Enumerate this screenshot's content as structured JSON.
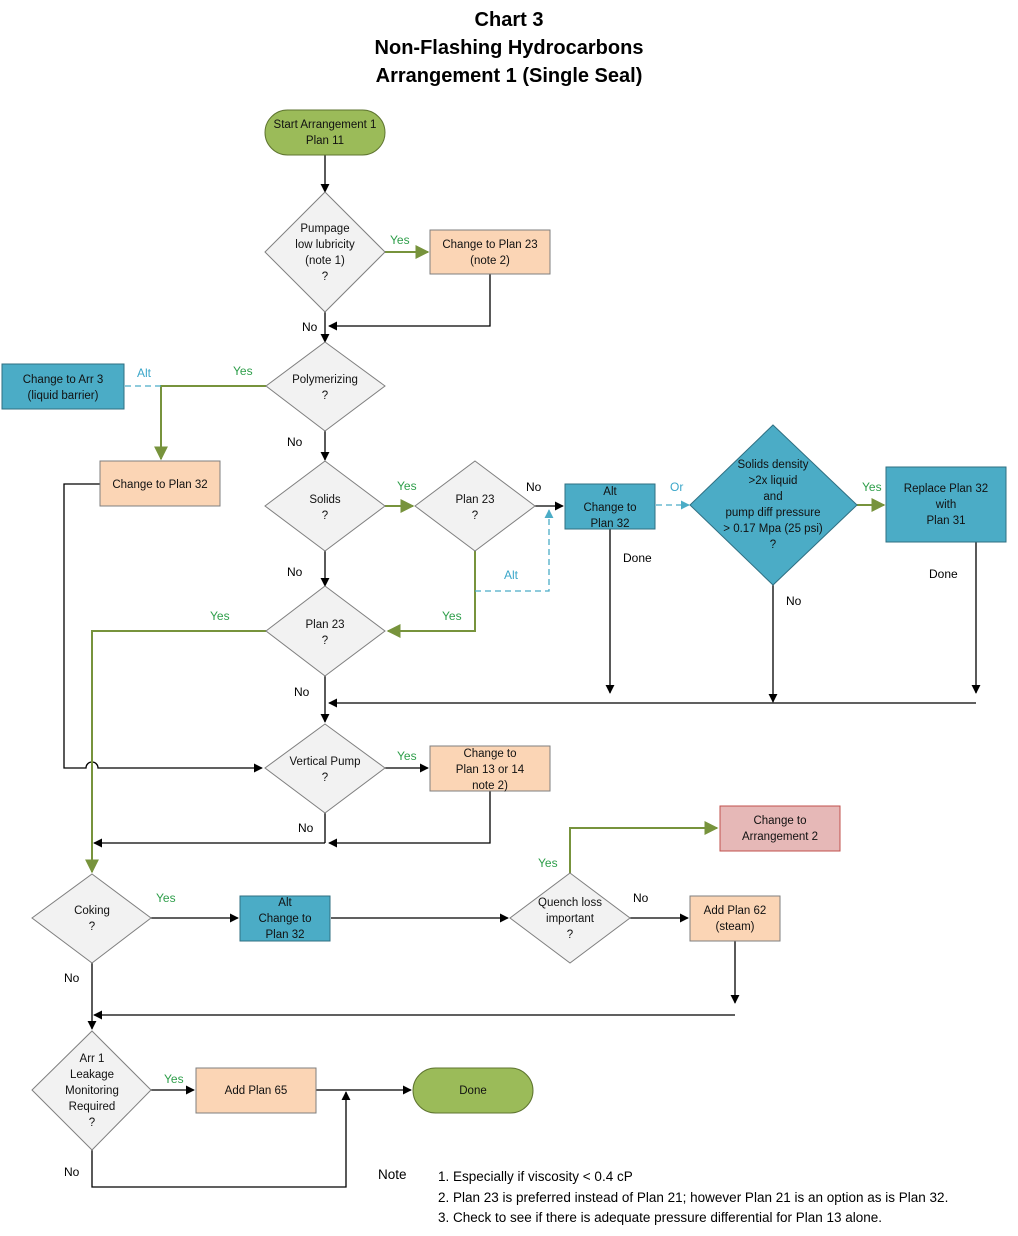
{
  "title": {
    "line1": "Chart 3",
    "line2": "Non-Flashing Hydrocarbons",
    "line3": "Arrangement 1 (Single Seal)"
  },
  "colors": {
    "green_terminal": "#9bbb59",
    "orange_box": "#fbd5b5",
    "blue_box": "#4bacc6",
    "red_box": "#e6b8b7",
    "gray_decision": "#f2f2f2",
    "green_line": "#77933c",
    "blue_dash": "#4bacc6"
  },
  "nodes": {
    "start": [
      "Start Arrangement 1",
      "Plan 11"
    ],
    "pumpage": [
      "Pumpage",
      "low lubricity",
      "(note 1)",
      "?"
    ],
    "change23": [
      "Change to Plan 23",
      "(note 2)"
    ],
    "polymerizing": [
      "Polymerizing",
      "?"
    ],
    "arr3": [
      "Change to Arr 3",
      "(liquid barrier)"
    ],
    "change32": [
      "Change to Plan 32"
    ],
    "solids": [
      "Solids",
      "?"
    ],
    "plan23a": [
      "Plan 23",
      "?"
    ],
    "altchange32a": [
      "Alt",
      "Change to",
      "Plan 32"
    ],
    "density": [
      "Solids density",
      ">2x liquid",
      "and",
      "pump diff pressure",
      "> 0.17 Mpa (25 psi)",
      "?"
    ],
    "replace31": [
      "Replace Plan 32",
      "with",
      "Plan 31"
    ],
    "plan23b": [
      "Plan 23",
      "?"
    ],
    "vertical": [
      "Vertical Pump",
      "?"
    ],
    "change1314": [
      "Change to",
      "Plan 13 or 14",
      "note 2)"
    ],
    "arr2": [
      "Change to",
      "Arrangement 2"
    ],
    "coking": [
      "Coking",
      "?"
    ],
    "altchange32b": [
      "Alt",
      "Change to",
      "Plan 32"
    ],
    "quench": [
      "Quench loss",
      "important",
      "?"
    ],
    "plan62": [
      "Add Plan 62",
      "(steam)"
    ],
    "leakage": [
      "Arr 1",
      "Leakage",
      "Monitoring",
      "Required",
      "?"
    ],
    "plan65": [
      "Add Plan 65"
    ],
    "done": [
      "Done"
    ]
  },
  "edge_labels": {
    "yes": "Yes",
    "no": "No",
    "alt": "Alt",
    "or": "Or",
    "done": "Done"
  },
  "notes": {
    "heading": "Note",
    "items": [
      "1.  Especially if viscosity < 0.4 cP",
      "2.  Plan 23 is preferred instead of Plan 21; however Plan 21 is an option as is Plan 32.",
      "3.  Check to see if there is adequate pressure differential for Plan 13 alone."
    ]
  }
}
